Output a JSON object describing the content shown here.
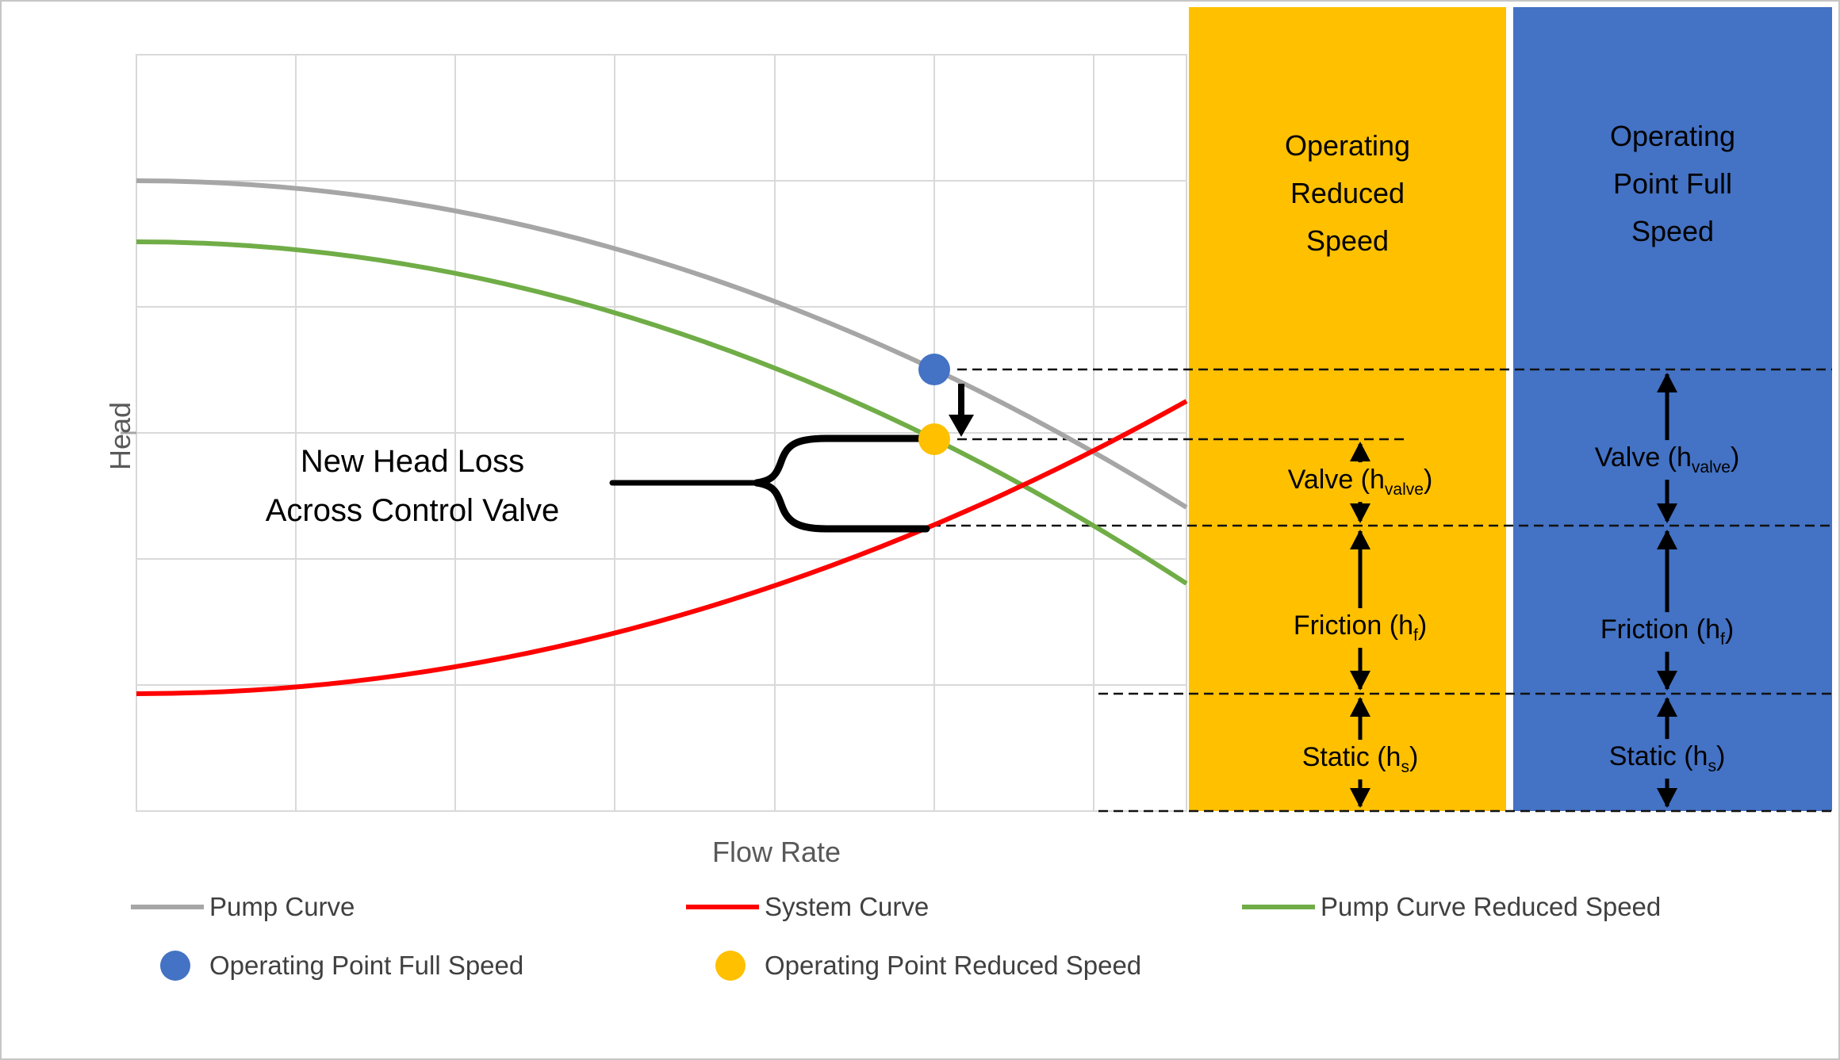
{
  "figure": {
    "xlabel": "Flow Rate",
    "ylabel": "Head"
  },
  "annotation": {
    "line1": "New Head Loss",
    "line2": "Across Control Valve"
  },
  "bands": {
    "reduced": {
      "title_lines": [
        "Operating",
        "Reduced",
        "Speed"
      ],
      "color": "#FFC000"
    },
    "full": {
      "title_lines": [
        "Operating",
        "Point Full",
        "Speed"
      ],
      "color": "#4472C4"
    }
  },
  "head_labels": {
    "valve": {
      "pre": "Valve (h",
      "sub": "valve",
      "post": ")"
    },
    "friction": {
      "pre": "Friction (h",
      "sub": "f",
      "post": ")"
    },
    "static": {
      "pre": "Static (h",
      "sub": "s",
      "post": ")"
    }
  },
  "legend": {
    "items": [
      {
        "label": "Pump Curve",
        "color": "#A6A6A6",
        "type": "line"
      },
      {
        "label": "System Curve",
        "color": "#FF0000",
        "type": "line"
      },
      {
        "label": "Pump Curve Reduced Speed",
        "color": "#70AD47",
        "type": "line"
      },
      {
        "label": "Operating Point Full Speed",
        "color": "#4472C4",
        "type": "dot"
      },
      {
        "label": "Operating Point Reduced Speed",
        "color": "#FFC000",
        "type": "dot"
      }
    ]
  },
  "chart_data": {
    "type": "line",
    "title": "",
    "xlabel": "Flow Rate",
    "ylabel": "Head",
    "x_range_normalized": [
      0,
      1
    ],
    "y_range_normalized": [
      0,
      1
    ],
    "axis_tick_labels": "none (conceptual, unitless axes)",
    "grid": true,
    "legend_position": "bottom",
    "series": [
      {
        "name": "Pump Curve",
        "color": "#A6A6A6",
        "style": "solid",
        "x": [
          0,
          0.2,
          0.4,
          0.6,
          0.76,
          0.9,
          1
        ],
        "y": [
          0.83,
          0.82,
          0.76,
          0.68,
          0.58,
          0.48,
          0.4
        ]
      },
      {
        "name": "System Curve",
        "color": "#FF0000",
        "style": "solid",
        "x": [
          0,
          0.2,
          0.4,
          0.6,
          0.76,
          0.9,
          1
        ],
        "y": [
          0.155,
          0.17,
          0.22,
          0.29,
          0.38,
          0.47,
          0.54
        ]
      },
      {
        "name": "Pump Curve Reduced Speed",
        "color": "#70AD47",
        "style": "solid",
        "x": [
          0,
          0.2,
          0.4,
          0.6,
          0.76,
          0.9,
          1
        ],
        "y": [
          0.75,
          0.74,
          0.68,
          0.59,
          0.49,
          0.39,
          0.3
        ]
      }
    ],
    "points": [
      {
        "name": "Operating Point Full Speed",
        "color": "#4472C4",
        "x": 0.76,
        "y": 0.58
      },
      {
        "name": "Operating Point Reduced Speed",
        "color": "#FFC000",
        "x": 0.76,
        "y": 0.49
      }
    ],
    "reference_levels": {
      "full_speed_head": 0.58,
      "reduced_speed_head": 0.49,
      "system_head_at_operating_flow": 0.38,
      "static_head": 0.155,
      "zero_head": 0
    },
    "head_components": {
      "reduced_speed": {
        "valve": 0.11,
        "friction": 0.22,
        "static": 0.155
      },
      "full_speed": {
        "valve": 0.2,
        "friction": 0.22,
        "static": 0.155
      }
    }
  }
}
